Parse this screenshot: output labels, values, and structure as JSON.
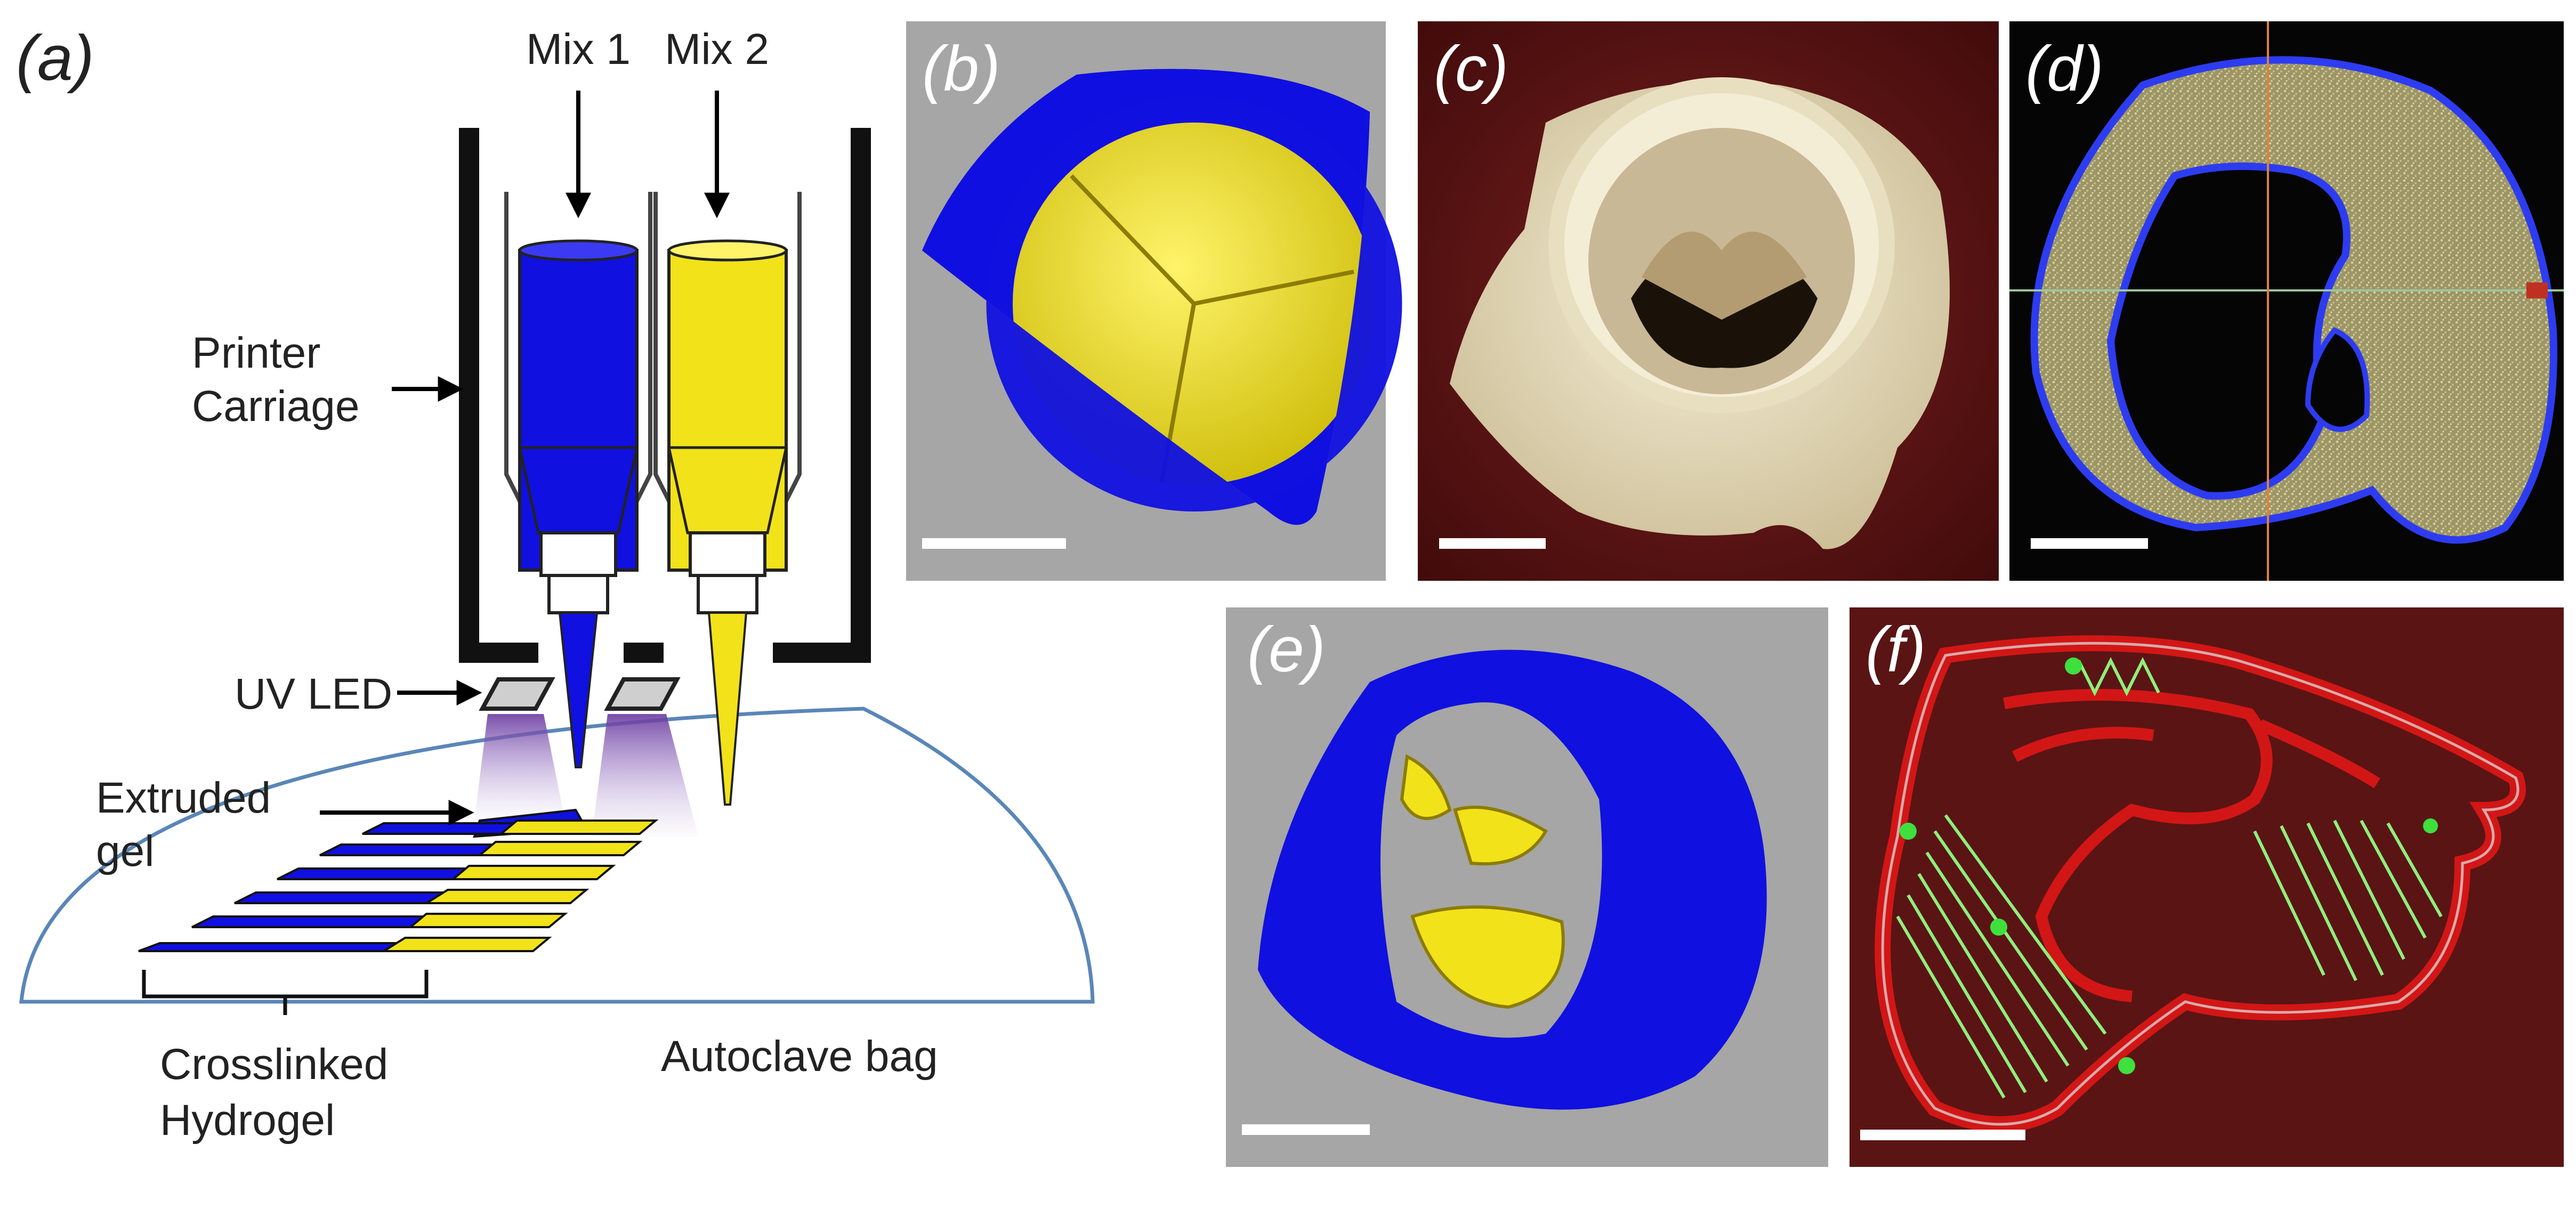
{
  "panels": {
    "a": {
      "label": "(a)",
      "mix1": "Mix 1",
      "mix2": "Mix 2",
      "printer_carriage_1": "Printer",
      "printer_carriage_2": "Carriage",
      "uv_led": "UV LED",
      "extruded_gel_1": "Extruded",
      "extruded_gel_2": "gel",
      "crosslinked_1": "Crosslinked",
      "crosslinked_2": "Hydrogel",
      "autoclave_bag": "Autoclave bag"
    },
    "b": {
      "label": "(b)"
    },
    "c": {
      "label": "(c)"
    },
    "d": {
      "label": "(d)"
    },
    "e": {
      "label": "(e)"
    },
    "f": {
      "label": "(f)"
    }
  },
  "colors": {
    "blue_material": "#1010e0",
    "yellow_material": "#f2e21a",
    "gray_background": "#a6a6a6",
    "maroon_background": "#5a1414",
    "black_background": "#050505",
    "scan_speckle": "#b9b07a",
    "path_red": "#d21616",
    "path_green": "#8ef07a"
  }
}
